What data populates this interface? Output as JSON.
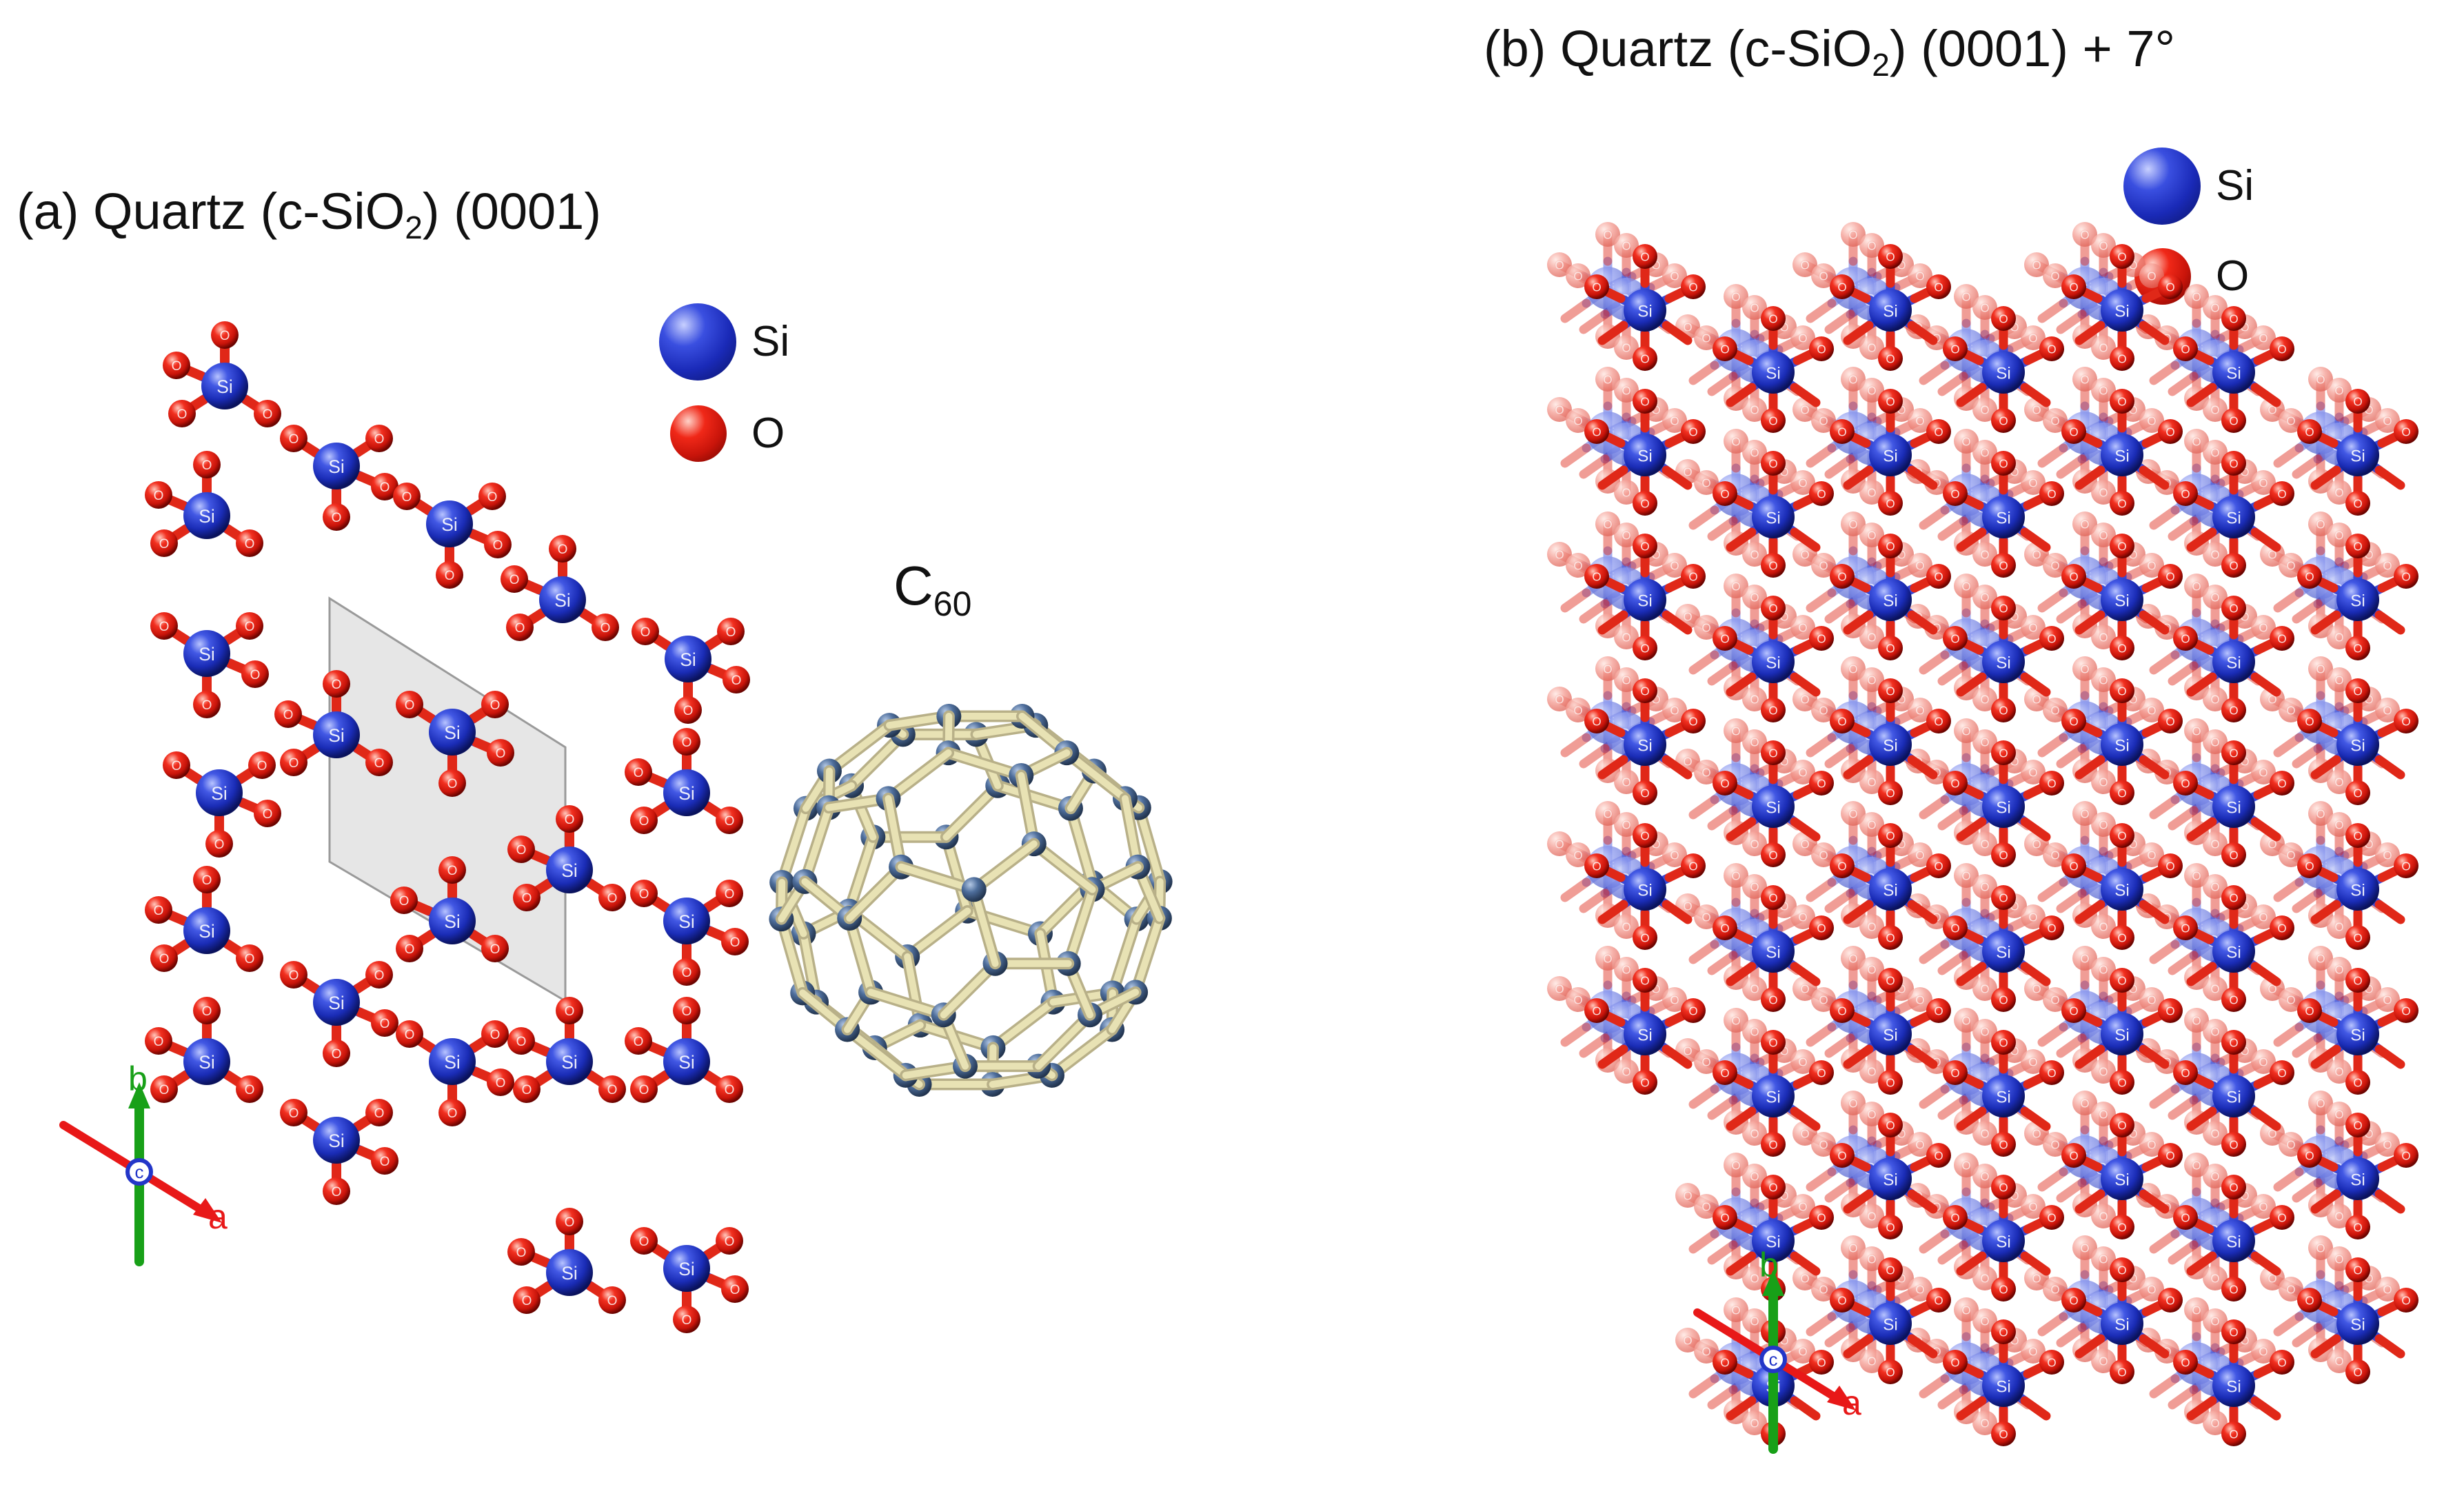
{
  "panel_a": {
    "title": "(a) Quartz (c-SiO",
    "title_sub": "2",
    "title_tail": ")  (0001)",
    "legend": {
      "si": "Si",
      "o": "O"
    },
    "axes": {
      "b": "b",
      "c": "c",
      "a": "a"
    }
  },
  "c60": {
    "label": "C",
    "label_sub": "60"
  },
  "panel_b": {
    "title": "(b) Quartz (c-SiO",
    "title_sub": "2",
    "title_tail": ")  (0001) + 7°",
    "legend": {
      "si": "Si",
      "o": "O"
    },
    "axes": {
      "b": "b",
      "c": "c",
      "a": "a"
    }
  },
  "atom_labels": {
    "si": "Si",
    "o": "O"
  },
  "colors": {
    "si": "#2336c8",
    "o": "#d81a10",
    "bond_si": "#3848d8",
    "bond_o": "#e02818",
    "c60_atom": "#4a6a96",
    "c60_bond": "#e8e2b4",
    "unit_cell": "#c8c8c8",
    "axis_b": "#18a018",
    "axis_a": "#e81818",
    "axis_c": "#2336c8"
  }
}
